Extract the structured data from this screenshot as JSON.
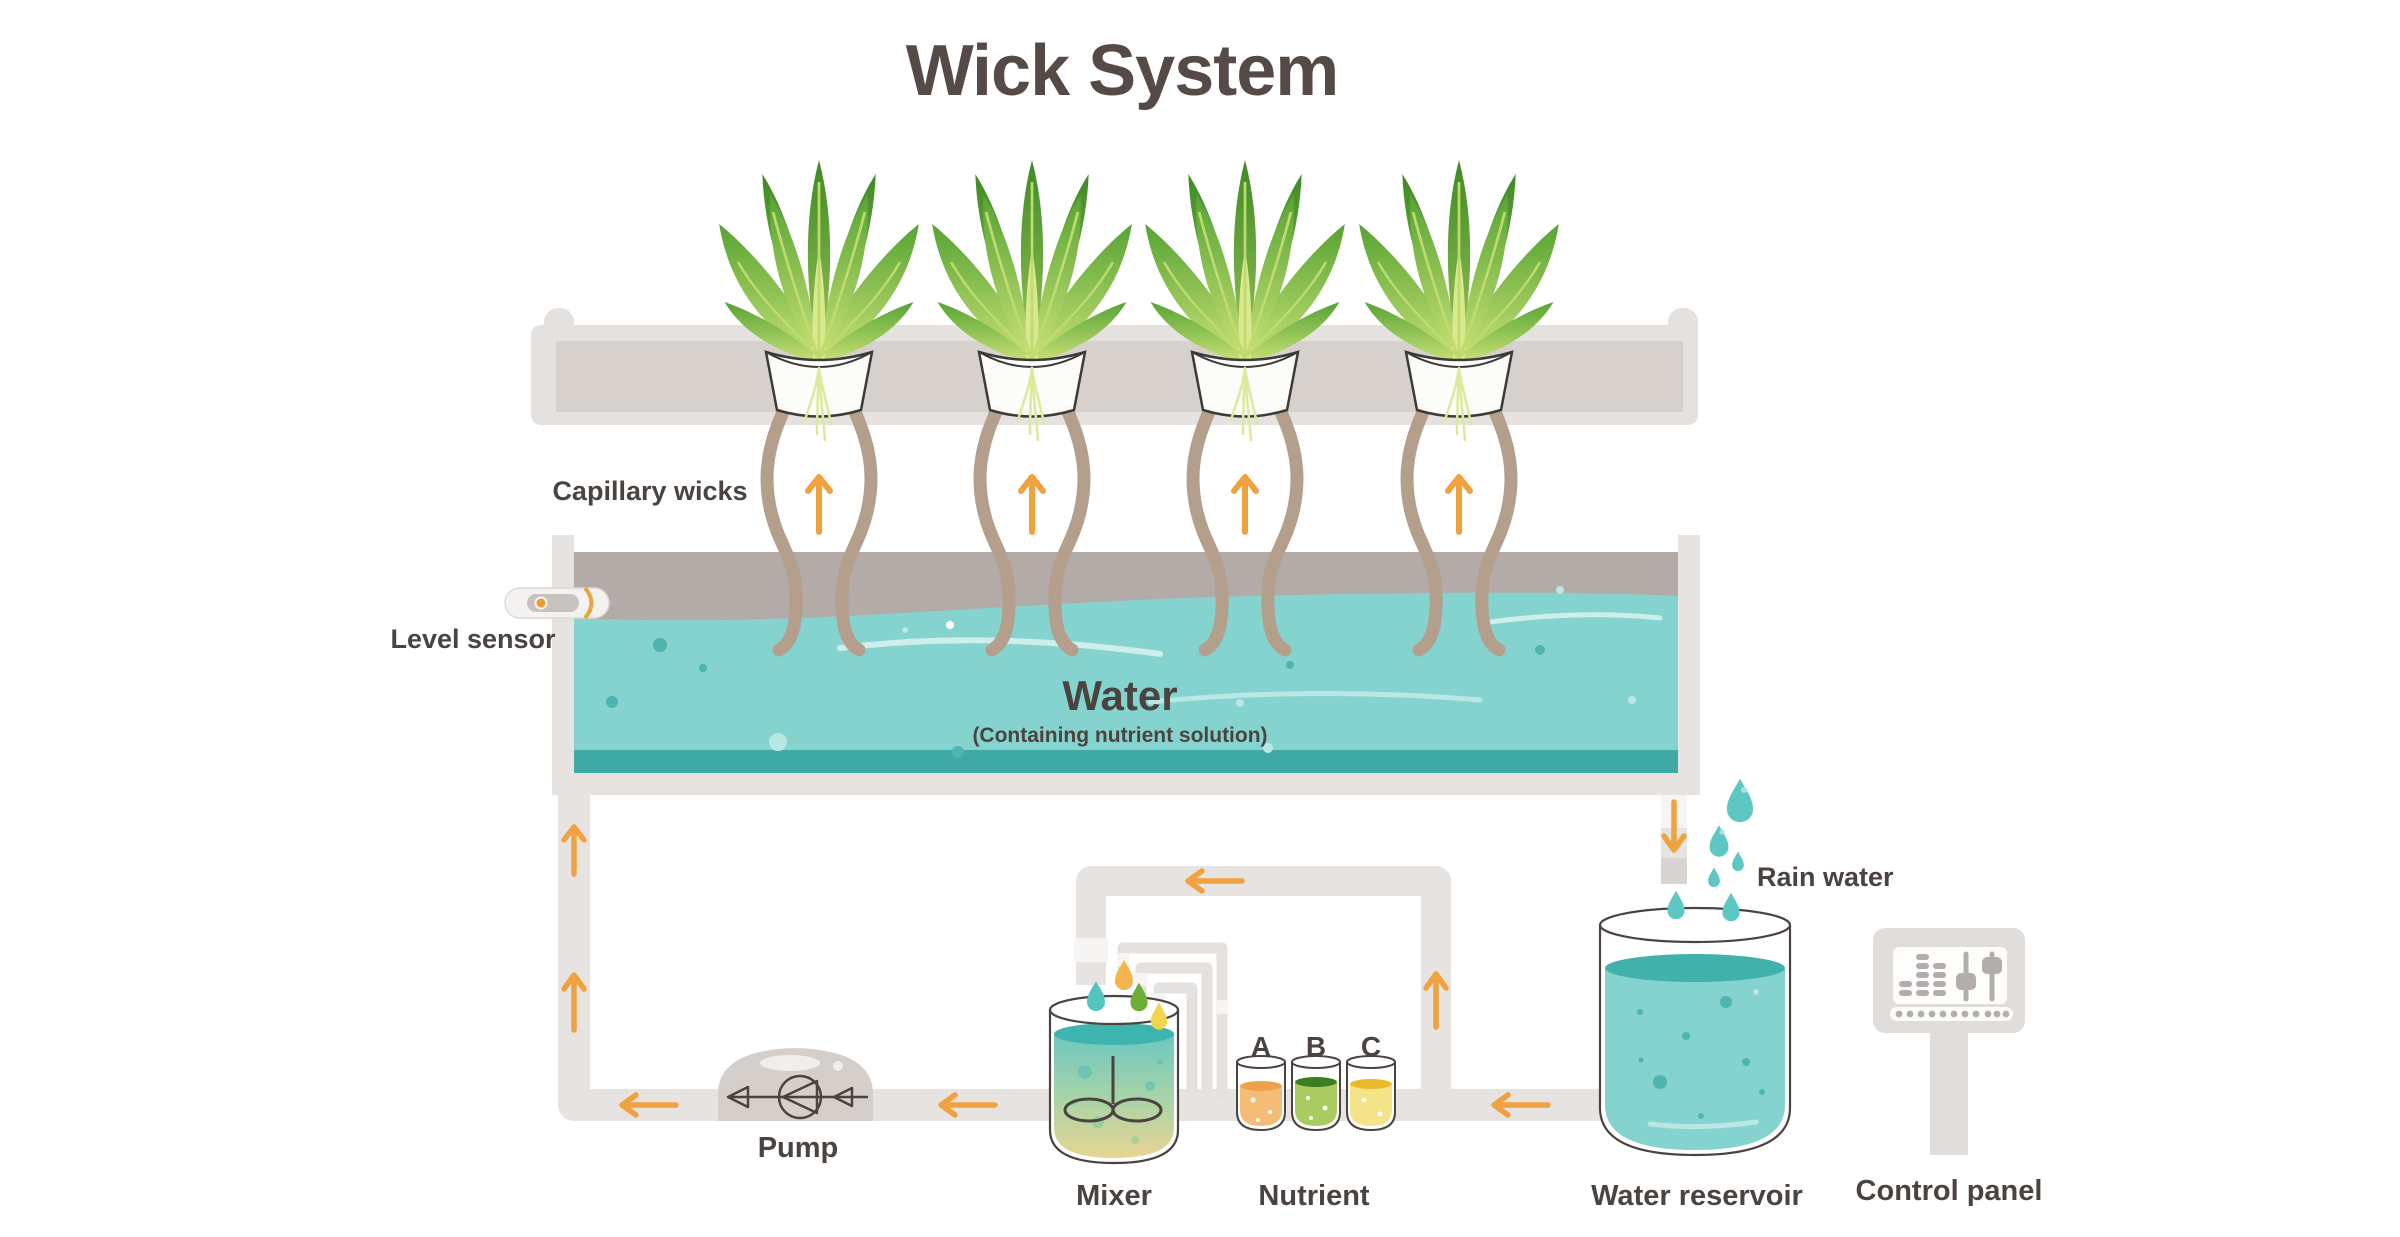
{
  "title": "Wick System",
  "labels": {
    "capillary_wicks": "Capillary wicks",
    "level_sensor": "Level sensor",
    "water": "Water",
    "water_subtitle": "(Containing nutrient solution)",
    "pump": "Pump",
    "mixer": "Mixer",
    "nutrient": "Nutrient",
    "rain_water": "Rain water",
    "water_reservoir": "Water reservoir",
    "control_panel": "Control panel"
  },
  "nutrient_containers": [
    {
      "label": "A",
      "liquid_color": "#f5bc77"
    },
    {
      "label": "B",
      "liquid_color": "#a9cb5f"
    },
    {
      "label": "C",
      "liquid_color": "#f4e489"
    }
  ],
  "plants": {
    "count": 4,
    "kind": "lettuce"
  },
  "colors": {
    "background": "#ffffff",
    "text": "#4a433f",
    "pipe": "#e6e3e1",
    "pipe_joint": "#f6f5f3",
    "tray_outer": "#e4e1df",
    "tray_inner": "#d7d1ce",
    "tank_air_band": "#b2aba7",
    "water": "#85d3cf",
    "water_dark": "#3fa9a5",
    "wick": "#b49f8c",
    "arrow_orange": "#efa23f",
    "leaf_dark": "#47922b",
    "leaf_light": "#c8e070",
    "pump_body": "#d5cfcb",
    "mixer_surface": "#3db4ae",
    "panel_body": "#e0ddda",
    "panel_glyph": "#b3aead",
    "drop_teal": "#5ec7c3",
    "drop_orange": "#f6b44e",
    "drop_green": "#6fae34",
    "drop_yellow": "#f2d44e"
  }
}
